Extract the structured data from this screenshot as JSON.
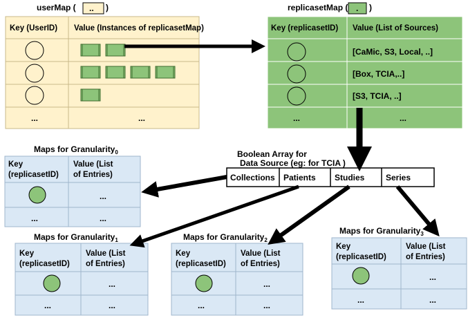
{
  "userMap": {
    "title": "userMap (",
    "title_end": ")",
    "legend_text": "..",
    "header_key": "Key (UserID)",
    "header_value": "Value (Instances of replicasetMap)",
    "rows": [
      {
        "blocks": 2
      },
      {
        "blocks": 4
      },
      {
        "blocks": 1
      }
    ],
    "ellipsis_key": "...",
    "ellipsis_value": "..."
  },
  "replicasetMap": {
    "title": "replicasetMap (",
    "title_end": ")",
    "legend_text": ".",
    "header_key": "Key (replicasetID)",
    "header_value": "Value (List of Sources)",
    "rows": [
      "[CaMic, S3, Local, ..]",
      "[Box, TCIA,..]",
      "[S3, TCIA, ..]"
    ],
    "ellipsis_key": "...",
    "ellipsis_value": "..."
  },
  "boolean_array": {
    "title_line1": "Boolean Array for",
    "title_line2": "Data Source (eg: for TCIA )",
    "cells": [
      "Collections",
      "Patients",
      "Studies",
      "Series"
    ]
  },
  "granularity_maps": [
    {
      "title": "Maps for Granularity",
      "sub": "0",
      "key_line1": "Key",
      "key_line2": "(replicasetID)",
      "value_line1": "Value (List",
      "value_line2": "of Entries)",
      "dots": "...",
      "dots_key": "...",
      "dots_value": "..."
    },
    {
      "title": "Maps for Granularity",
      "sub": "1",
      "key_line1": "Key",
      "key_line2": "(replicasetID)",
      "value_line1": "Value (List",
      "value_line2": "of Entries)",
      "dots": "...",
      "dots_key": "...",
      "dots_value": "..."
    },
    {
      "title": "Maps for Granularity",
      "sub": "2",
      "key_line1": "Key",
      "key_line2": "(replicasetID)",
      "value_line1": "Value (List",
      "value_line2": "of Entries)",
      "dots": "...",
      "dots_key": "...",
      "dots_value": "..."
    },
    {
      "title": "Maps for Granularity",
      "sub": "3",
      "key_line1": "Key",
      "key_line2": "(replicasetID)",
      "value_line1": "Value (List",
      "value_line2": "of Entries)",
      "dots": "...",
      "dots_key": "...",
      "dots_value": "..."
    }
  ],
  "colors": {
    "user_fill": "#fff2cc",
    "user_stroke": "#c9b98a",
    "replica_fill": "#8dc47a",
    "replica_stroke": "#ffffff",
    "block_fill": "#8dc47a",
    "block_stroke": "#3d6b2f",
    "gran_fill": "#dae8f5",
    "gran_stroke": "#9fb6cc",
    "arrow": "#000000"
  }
}
